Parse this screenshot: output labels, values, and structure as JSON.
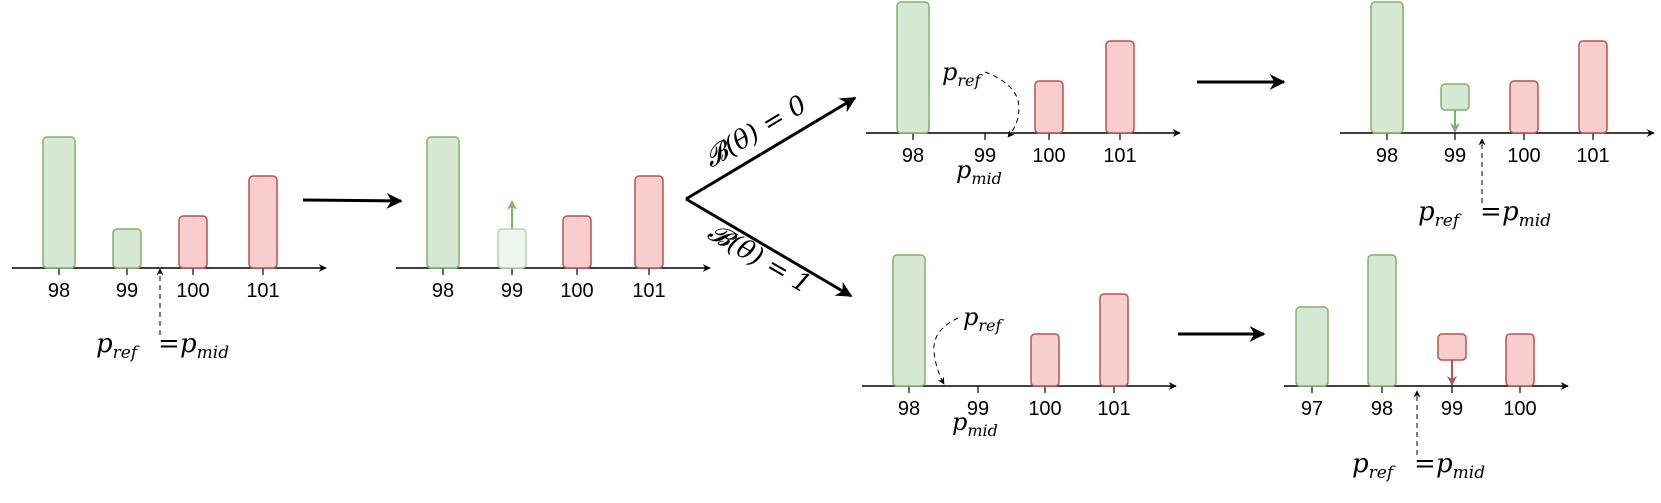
{
  "colors": {
    "bid_fill": "#d5e8d4",
    "bid_stroke": "#82b366",
    "ask_fill": "#f8cecc",
    "ask_stroke": "#b85450",
    "axis": "#000000"
  },
  "labels": {
    "p": "p",
    "ref_sub": "ref",
    "mid_sub": "mid",
    "equals": "=",
    "branch_top": "𝓑(θ) = 0",
    "branch_bottom": "𝓑(θ) = 1"
  },
  "panels": [
    {
      "id": "initial",
      "ticks": [
        "98",
        "99",
        "100",
        "101"
      ],
      "bars": [
        {
          "side": "bid",
          "level": 1.0
        },
        {
          "side": "bid",
          "level": 0.3
        },
        {
          "side": "ask",
          "level": 0.4
        },
        {
          "side": "ask",
          "level": 0.7
        }
      ]
    },
    {
      "id": "order-added",
      "ticks": [
        "98",
        "99",
        "100",
        "101"
      ],
      "bars": [
        {
          "side": "bid",
          "level": 1.0
        },
        {
          "side": "bid-faded",
          "level": 0.3
        },
        {
          "side": "ask",
          "level": 0.4
        },
        {
          "side": "ask",
          "level": 0.7
        }
      ]
    },
    {
      "id": "branch-0-before",
      "ticks": [
        "98",
        "99",
        "100",
        "101"
      ],
      "bars": [
        {
          "side": "bid",
          "level": 1.0
        },
        null,
        {
          "side": "ask",
          "level": 0.4
        },
        {
          "side": "ask",
          "level": 0.7
        }
      ]
    },
    {
      "id": "branch-0-after",
      "ticks": [
        "98",
        "99",
        "100",
        "101"
      ],
      "bars": [
        {
          "side": "bid",
          "level": 1.0
        },
        {
          "side": "bid",
          "level": 0.2,
          "floating": true
        },
        {
          "side": "ask",
          "level": 0.4
        },
        {
          "side": "ask",
          "level": 0.7
        }
      ]
    },
    {
      "id": "branch-1-before",
      "ticks": [
        "98",
        "99",
        "100",
        "101"
      ],
      "bars": [
        {
          "side": "bid",
          "level": 1.0
        },
        null,
        {
          "side": "ask",
          "level": 0.4
        },
        {
          "side": "ask",
          "level": 0.7
        }
      ]
    },
    {
      "id": "branch-1-after",
      "ticks": [
        "97",
        "98",
        "99",
        "100"
      ],
      "bars": [
        {
          "side": "bid",
          "level": 0.6
        },
        {
          "side": "bid",
          "level": 1.0
        },
        {
          "side": "ask",
          "level": 0.2,
          "floating": true
        },
        {
          "side": "ask",
          "level": 0.4
        }
      ]
    }
  ]
}
